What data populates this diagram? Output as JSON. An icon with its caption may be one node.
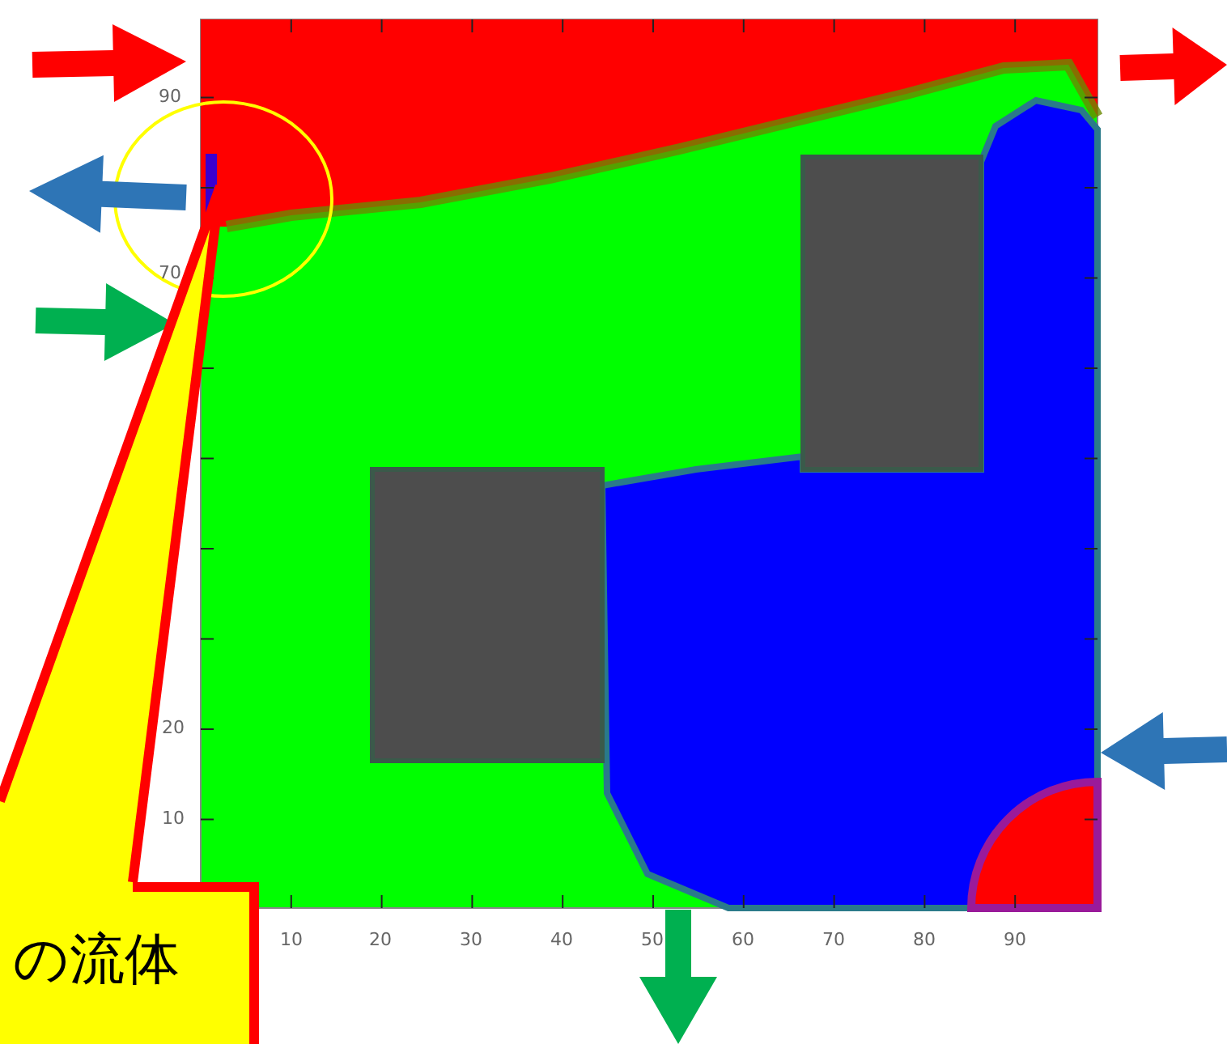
{
  "diagram": {
    "nodes": [
      {
        "text": [
          "の流体"
        ]
      }
    ],
    "labels": [
      "90",
      "70",
      "20",
      "10",
      "10",
      "20",
      "30",
      "40",
      "50",
      "60",
      "70",
      "80",
      "90"
    ]
  }
}
